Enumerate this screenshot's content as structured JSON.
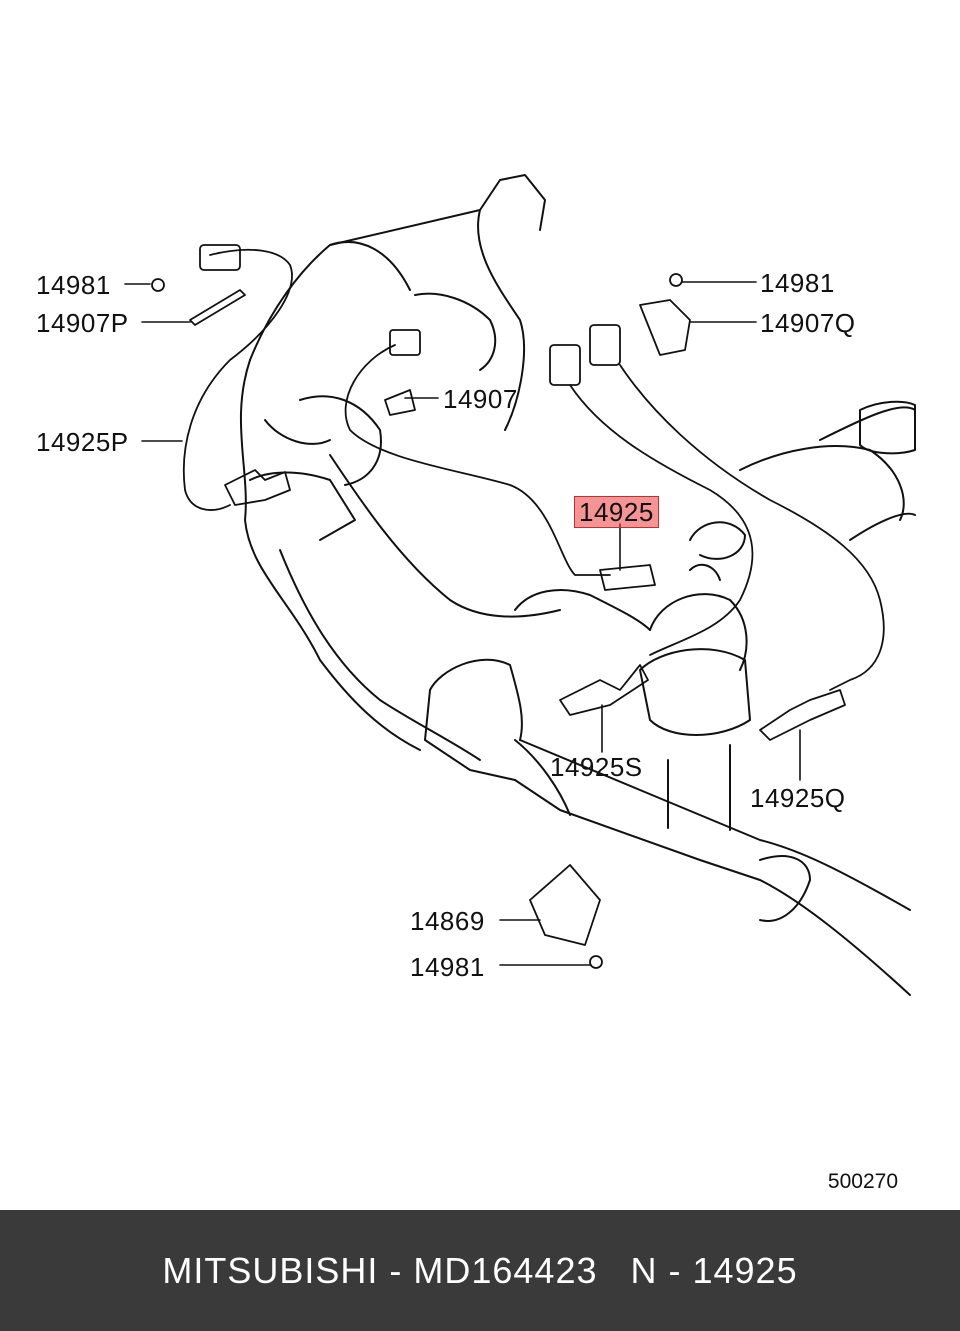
{
  "diagram": {
    "callouts": [
      {
        "id": "c1",
        "text": "14981"
      },
      {
        "id": "c2",
        "text": "14907P"
      },
      {
        "id": "c3",
        "text": "14925P"
      },
      {
        "id": "c4",
        "text": "14907"
      },
      {
        "id": "c5",
        "text": "14981"
      },
      {
        "id": "c6",
        "text": "14907Q"
      },
      {
        "id": "c7",
        "text": "14925",
        "highlighted": true
      },
      {
        "id": "c8",
        "text": "14925S"
      },
      {
        "id": "c9",
        "text": "14925Q"
      },
      {
        "id": "c10",
        "text": "14869"
      },
      {
        "id": "c11",
        "text": "14981"
      }
    ],
    "ref_code": "500270",
    "highlight_color": "#eb3c3c"
  },
  "footer": {
    "text": "MITSUBISHI - MD164423   N - 14925",
    "background": "#3a3a3a",
    "color": "#ffffff"
  }
}
